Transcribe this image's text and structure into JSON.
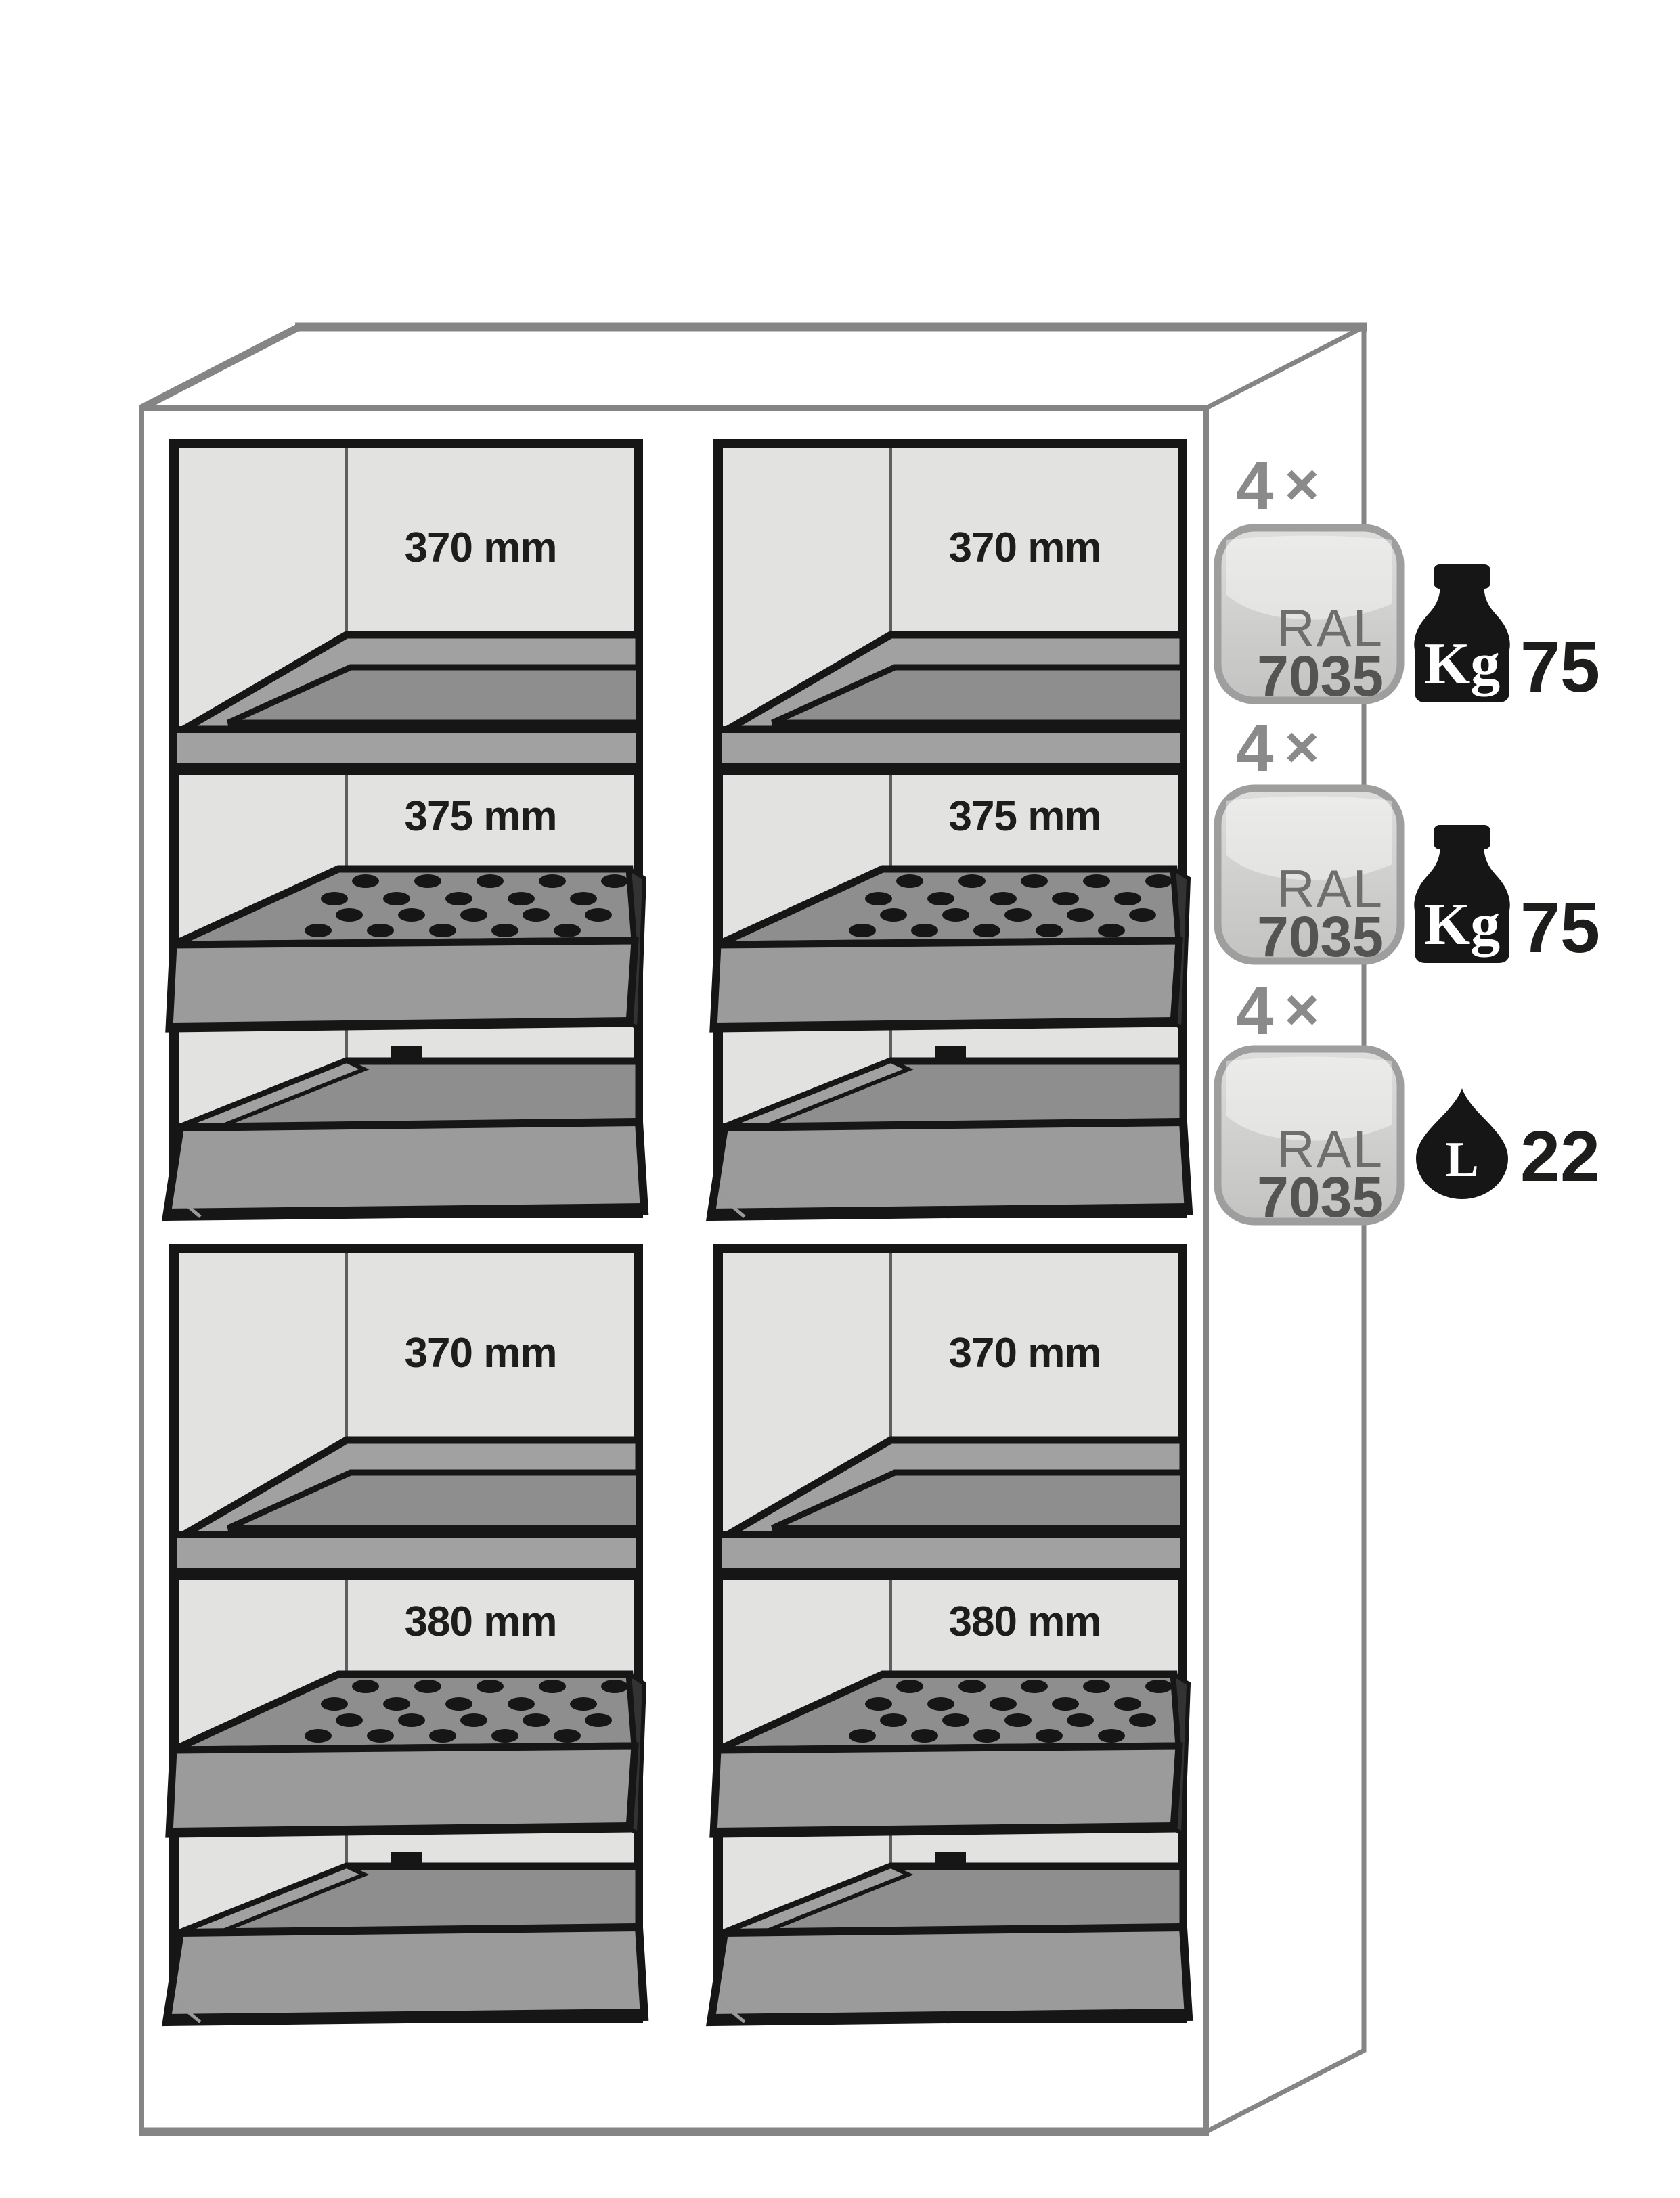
{
  "diagram": {
    "kind": "safety-cabinet-interior-equipment",
    "compartments": [
      {
        "position": "top-left",
        "shelf_label": "370 mm",
        "insert_label": "375 mm"
      },
      {
        "position": "top-right",
        "shelf_label": "370 mm",
        "insert_label": "375 mm"
      },
      {
        "position": "bottom-left",
        "shelf_label": "370 mm",
        "insert_label": "380 mm"
      },
      {
        "position": "bottom-right",
        "shelf_label": "370 mm",
        "insert_label": "380 mm"
      }
    ],
    "legend": [
      {
        "quantity": "4",
        "times_symbol": "×",
        "badge_line1": "RAL",
        "badge_line2": "7035",
        "icon": "weight-kg-icon",
        "icon_label": "Kg",
        "value": "75"
      },
      {
        "quantity": "4",
        "times_symbol": "×",
        "badge_line1": "RAL",
        "badge_line2": "7035",
        "icon": "weight-kg-icon",
        "icon_label": "Kg",
        "value": "75"
      },
      {
        "quantity": "4",
        "times_symbol": "×",
        "badge_line1": "RAL",
        "badge_line2": "7035",
        "icon": "liquid-volume-icon",
        "icon_label": "L",
        "value": "22"
      }
    ],
    "colors": {
      "outline_gray": "#858585",
      "ink": "#161616",
      "label_ink": "#1d1d1b",
      "compartment_fill": "#e2e2e0",
      "tray_light": "#a1a1a1",
      "tray_dark": "#8e8e8e",
      "front_gray": "#9b9b9b",
      "legend_gray": "#8a8a8a",
      "ral_text": "#6e6e6d",
      "ral_code_text": "#545453",
      "badge_border": "#9e9e9e"
    }
  }
}
